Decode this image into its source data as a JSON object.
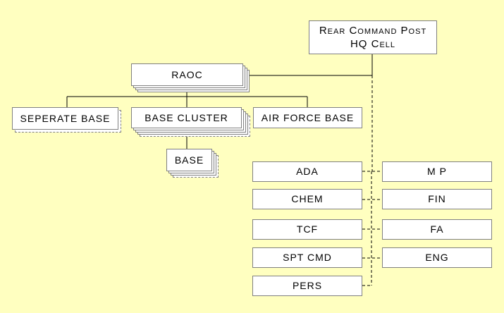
{
  "chart": {
    "top": {
      "line1": "Rear Command Post",
      "line2": "HQ Cell"
    },
    "raoc": "RAOC",
    "seperate_base": "SEPERATE BASE",
    "base_cluster": "BASE CLUSTER",
    "air_force_base": "AIR FORCE BASE",
    "base": "BASE",
    "staff_left": [
      "ADA",
      "CHEM",
      "TCF",
      "SPT CMD",
      "PERS"
    ],
    "staff_right": [
      "M P",
      "FIN",
      "FA",
      "ENG"
    ]
  },
  "colors": {
    "background": "#ffffc0",
    "box_fill": "#ffffff",
    "box_border": "#808080",
    "line": "#000000"
  }
}
